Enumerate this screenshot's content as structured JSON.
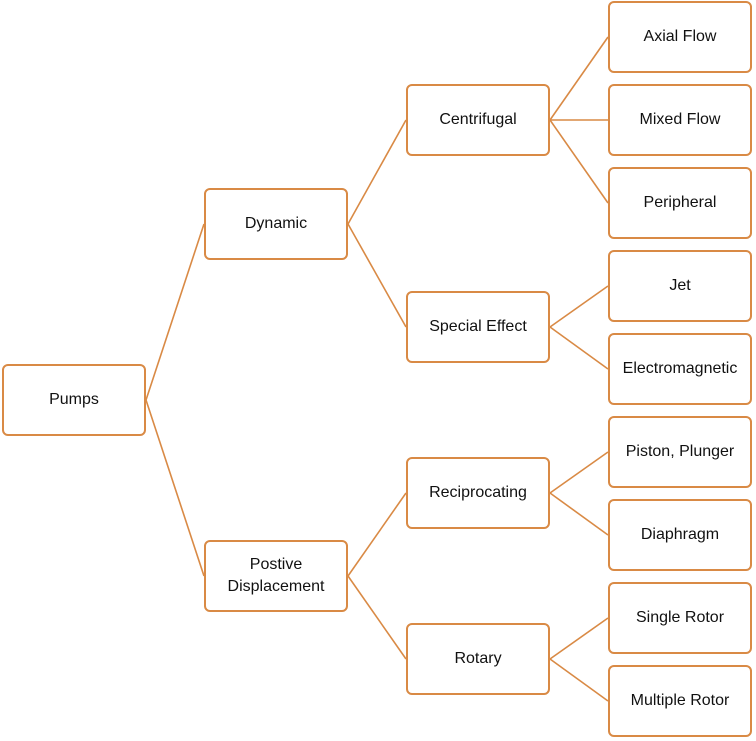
{
  "colors": {
    "border": "#d98a45",
    "connector": "#d98a45",
    "text": "#111111",
    "background": "#ffffff"
  },
  "diagram": {
    "root": "Pumps",
    "level1": {
      "dynamic": "Dynamic",
      "positive": "Postive\nDisplacement"
    },
    "level2": {
      "centrifugal": "Centrifugal",
      "special_effect": "Special Effect",
      "reciprocating": "Reciprocating",
      "rotary": "Rotary"
    },
    "level3": {
      "axial_flow": "Axial Flow",
      "mixed_flow": "Mixed Flow",
      "peripheral": "Peripheral",
      "jet": "Jet",
      "electromagnetic": "Electromagnetic",
      "piston_plunger": "Piston, Plunger",
      "diaphragm": "Diaphragm",
      "single_rotor": "Single Rotor",
      "multiple_rotor": "Multiple Rotor"
    }
  }
}
